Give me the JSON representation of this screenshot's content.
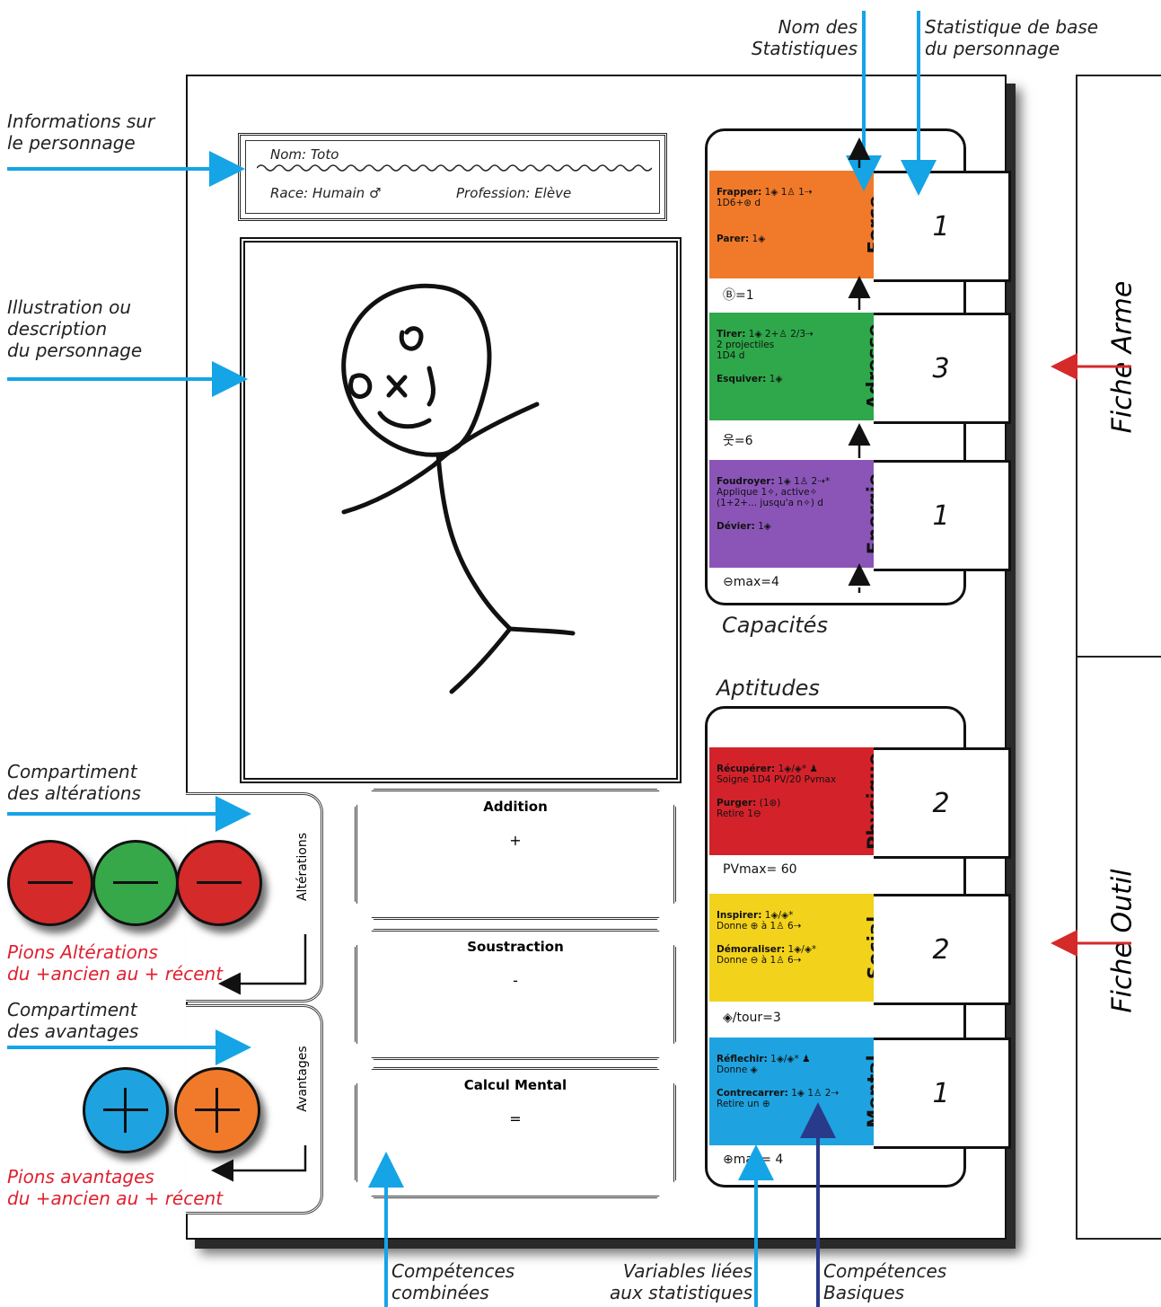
{
  "sheet": {
    "info": {
      "name_line": "Nom: Toto",
      "race_line": "Race: Humain ♂",
      "profession_line": "Profession: Elève"
    },
    "capacites_title": "Capacités",
    "aptitudes_title": "Aptitudes",
    "capacites": [
      {
        "stat": "Force",
        "value": "1",
        "color": "#f07a2a",
        "skill1": "Frapper:",
        "skill1_detail": "1◈ 1♙ 1⇢",
        "skill1_line2": "1D6+⊛ d",
        "skill2": "Parer:",
        "skill2_detail": "1◈",
        "skill2_line2": "",
        "variable": "Ⓑ=1"
      },
      {
        "stat": "Adresse",
        "value": "3",
        "color": "#2ea84a",
        "skill1": "Tirer:",
        "skill1_detail": "1◈ 2+♙ 2/3⇢",
        "skill1_line2": "2 projectiles",
        "skill1_line3": "1D4 d",
        "skill2": "Esquiver:",
        "skill2_detail": "1◈",
        "skill2_line2": "",
        "variable": "웃=6"
      },
      {
        "stat": "Energie",
        "value": "1",
        "color": "#8b55b8",
        "skill1": "Foudroyer:",
        "skill1_detail": "1◈ 1♙ 2⇢*",
        "skill1_line2": "Applique 1✧, active✧",
        "skill1_line3": "(1+2+... jusqu'a n✧) d",
        "skill2": "Dévier:",
        "skill2_detail": "1◈",
        "skill2_line2": "",
        "variable": "⊖max=4"
      }
    ],
    "aptitudes": [
      {
        "stat": "Physique",
        "value": "2",
        "color": "#d4222b",
        "skill1": "Récupérer:",
        "skill1_detail": "1◈/◈* ♟",
        "skill1_line2": "Soigne 1D4 PV/20 Pvmax",
        "skill2": "Purger:",
        "skill2_detail": "(1⊛)",
        "skill2_line2": "Retire 1⊖",
        "variable": "PVmax= 60"
      },
      {
        "stat": "Social",
        "value": "2",
        "color": "#f2d21b",
        "skill1": "Inspirer:",
        "skill1_detail": "1◈/◈*",
        "skill1_line2": "Donne ⊕ à 1♙ 6⇢",
        "skill2": "Démoraliser:",
        "skill2_detail": "1◈/◈*",
        "skill2_line2": "Donne ⊖ à 1♙ 6⇢",
        "variable": "◈/tour=3"
      },
      {
        "stat": "Mental",
        "value": "1",
        "color": "#1ea3e0",
        "skill1": "Réflechir:",
        "skill1_detail": "1◈/◈* ♟",
        "skill1_line2": "Donne ◈",
        "skill2": "Contrecarrer:",
        "skill2_detail": "1◈ 1♙ 2⇢",
        "skill2_line2": "Retire un ⊕",
        "variable": "⊕max= 4"
      }
    ],
    "skills": [
      {
        "title": "Addition",
        "symbol": "+"
      },
      {
        "title": "Soustraction",
        "symbol": "-"
      },
      {
        "title": "Calcul Mental",
        "symbol": "="
      }
    ],
    "compartments": {
      "alterations_label": "Altérations",
      "avantages_label": "Avantages"
    }
  },
  "side_panel": {
    "top_title": "Fiche Arme",
    "bottom_title": "Fiche Outil"
  },
  "annotations": {
    "nom_stats": "Nom des\nStatistiques",
    "stat_base": "Statistique de base\ndu personnage",
    "infos": "Informations sur\nle personnage",
    "illustration": "Illustration ou\ndescription\ndu personnage",
    "comp_alterations": "Compartiment\ndes altérations",
    "pions_alterations": "Pions Altérations\ndu +ancien au + récent",
    "comp_avantages": "Compartiment\ndes avantages",
    "pions_avantages": "Pions avantages\ndu +ancien au + récent",
    "competences_combinees": "Compétences\ncombinées",
    "variables_liees": "Variables liées\naux statistiques",
    "competences_basiques": "Compétences\nBasiques"
  },
  "pawns": {
    "alterations_colors": [
      "#d42a2a",
      "#36a84a",
      "#d42a2a"
    ],
    "avantages_colors": [
      "#1ea3e0",
      "#f07a2a"
    ]
  }
}
